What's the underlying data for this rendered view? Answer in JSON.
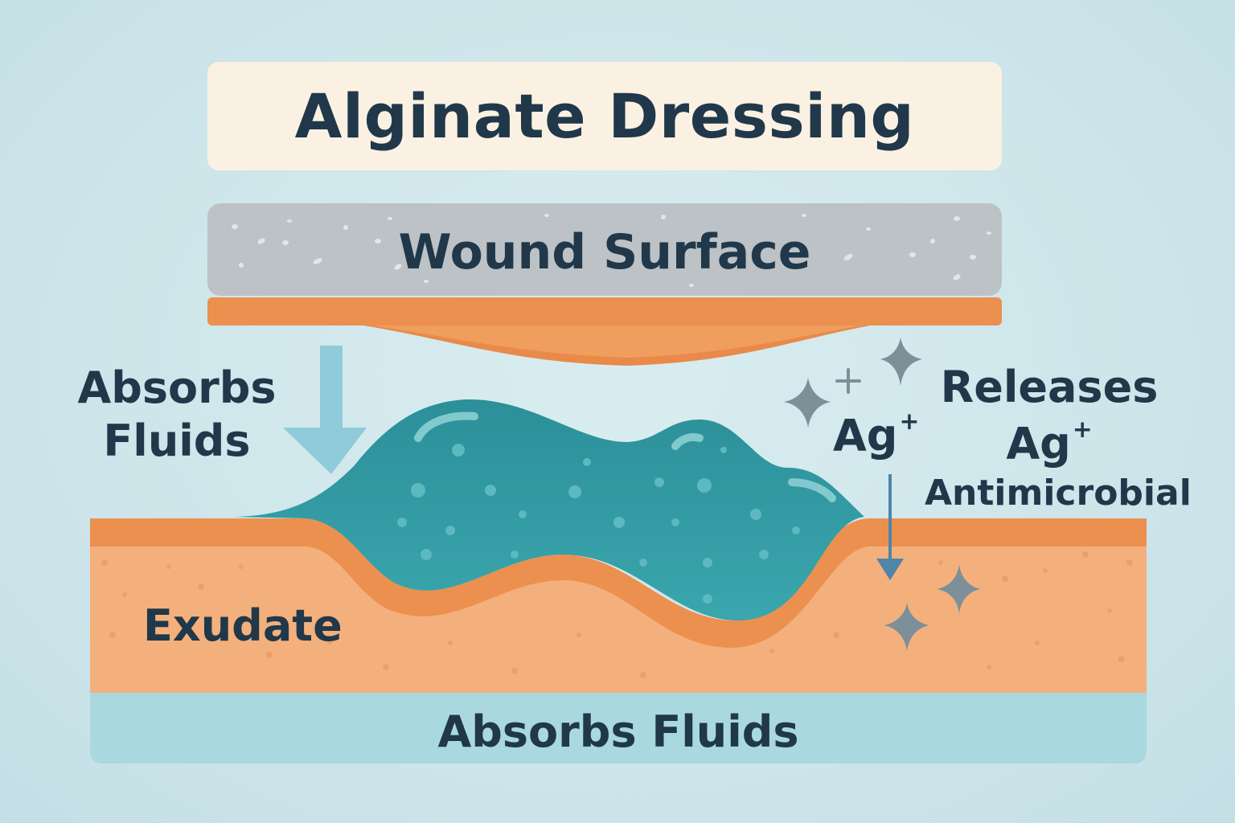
{
  "title": "Alginate Dressing",
  "labels": {
    "wound_surface": "Wound Surface",
    "absorbs_fluids_left": "Absorbs Fluids",
    "exudate": "Exudate",
    "absorbs_fluids_bottom": "Absorbs Fluids",
    "ag_small": "Ag",
    "ag_sup": "+",
    "releases": "Releases",
    "ag_right": "Ag",
    "antimicrobial": "Antimicrobial"
  },
  "colors": {
    "background": "#cbe4e9",
    "title_banner": "#fbf1e2",
    "text": "#20384a",
    "wound_surface_pad": "#bcc2c5",
    "orange_layer": "#ec9050",
    "tissue": "#f4b07c",
    "gel": "#2f9aa3",
    "fluid_band": "#a9d9df",
    "arrow": "#8fcbd8",
    "sparkle": "#7d9099"
  },
  "icons": [
    "down-arrow-icon",
    "sparkle-icon",
    "plus-icon"
  ]
}
